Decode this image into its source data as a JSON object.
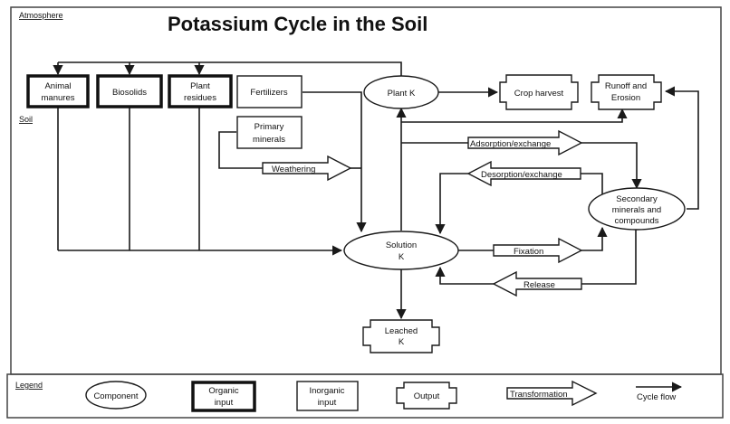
{
  "title": "Potassium Cycle in the Soil",
  "zones": {
    "atmosphere": "Atmosphere",
    "soil": "Soil"
  },
  "organic_inputs": {
    "animal_manures": [
      "Animal",
      "manures"
    ],
    "biosolids": [
      "Biosolids"
    ],
    "plant_residues": [
      "Plant",
      "residues"
    ]
  },
  "inorganic_inputs": {
    "fertilizers": [
      "Fertilizers"
    ],
    "primary_minerals": [
      "Primary",
      "minerals"
    ]
  },
  "components": {
    "plant_k": [
      "Plant K"
    ],
    "solution_k": [
      "Solution",
      "K"
    ],
    "secondary_minerals": [
      "Secondary",
      "minerals and",
      "compounds"
    ]
  },
  "outputs": {
    "crop_harvest": [
      "Crop harvest"
    ],
    "runoff_erosion": [
      "Runoff and",
      "Erosion"
    ],
    "leached_k": [
      "Leached",
      "K"
    ]
  },
  "transformations": {
    "weathering": "Weathering",
    "adsorption": "Adsorption/exchange",
    "desorption": "Desorption/exchange",
    "fixation": "Fixation",
    "release": "Release"
  },
  "legend": {
    "title": "Legend",
    "component": "Component",
    "organic_input": [
      "Organic",
      "input"
    ],
    "inorganic_input": [
      "Inorganic",
      "input"
    ],
    "output": "Output",
    "transformation": "Transformation",
    "cycle_flow": "Cycle flow"
  }
}
